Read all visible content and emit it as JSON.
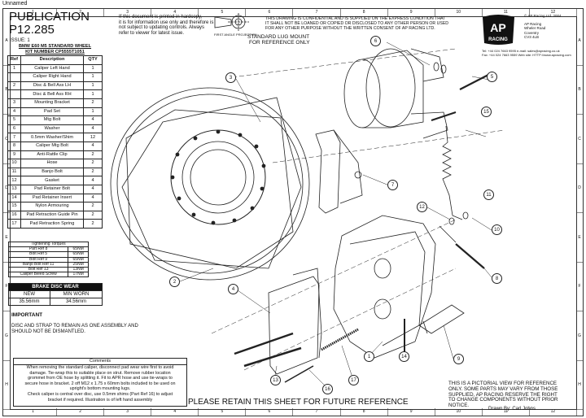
{
  "window_title": "Unnamed",
  "ruler": {
    "cols": [
      "1",
      "2",
      "3",
      "4",
      "5",
      "6",
      "7",
      "8",
      "9",
      "10",
      "11",
      "12"
    ],
    "rows": [
      "A",
      "B",
      "C",
      "D",
      "E",
      "F",
      "G",
      "H"
    ]
  },
  "publication": {
    "title": "PUBLICATION",
    "number": "P12.285",
    "issue": "ISSUE: 1"
  },
  "parts_table": {
    "kit_title_1": "BMW E60 M5 STANDARD WHEEL",
    "kit_title_2": "KIT NUMBER CP5555T1051",
    "headers": [
      "Ref",
      "Description",
      "QTY"
    ],
    "rows": [
      [
        "1",
        "Caliper Left Hand",
        "1"
      ],
      [
        "",
        "Caliper Right Hand",
        "1"
      ],
      [
        "2",
        "Disc & Bell Ass LH",
        "1"
      ],
      [
        "",
        "Disc & Bell Ass RH",
        "1"
      ],
      [
        "3",
        "Mounting Bracket",
        "2"
      ],
      [
        "4",
        "Pad Set",
        "1"
      ],
      [
        "5",
        "Mtg Bolt",
        "4"
      ],
      [
        "6",
        "Washer",
        "4"
      ],
      [
        "7",
        "0.5mm Washer/Shim",
        "12"
      ],
      [
        "8",
        "Caliper Mtg Bolt",
        "4"
      ],
      [
        "9",
        "Anti-Rattle Clip",
        "2"
      ],
      [
        "10",
        "Hose",
        "2"
      ],
      [
        "11",
        "Banjo Bolt",
        "2"
      ],
      [
        "12",
        "Gasket",
        "4"
      ],
      [
        "13",
        "Pad Retainer Bolt",
        "4"
      ],
      [
        "14",
        "Pad Retainer Insert",
        "4"
      ],
      [
        "15",
        "Nylon Armouring",
        "2"
      ],
      [
        "16",
        "Pad Retraction Guide Pin",
        "2"
      ],
      [
        "17",
        "Pad Retraction Spring",
        "2"
      ]
    ]
  },
  "torques": {
    "title": "Tightening Torques",
    "rows": [
      [
        "Part Ref 8",
        "65NM"
      ],
      [
        "Bolt Ref 5",
        "65NM"
      ],
      [
        "Bolt Ref 9",
        "65NM"
      ],
      [
        "Banjo Bolt Ref 11",
        "25NM"
      ],
      [
        "Bolt Ref 13",
        "13NM"
      ],
      [
        "Caliper Bleed Screw",
        "17NM"
      ]
    ]
  },
  "disc_wear": {
    "title": "BRAKE DISC WEAR",
    "new_label": "NEW",
    "min_label": "MIN WORN",
    "new_value": "35.56mm",
    "min_value": "34.56mm"
  },
  "important": {
    "heading": "IMPORTANT",
    "body": "DISC AND STRAP TO REMAIN AS ONE ASSEMBLY AND SHOULD NOT BE DISMANTLED."
  },
  "comments": {
    "heading": "Comments",
    "lines": [
      "When removing the standard caliper, disconnect pad wear wire first to avoid",
      "damage. Tie-wrap this to suitable place on strut. Remove rubber location",
      "grommet from OE hose by splitting it. Fit to APR hose and use tie-wraps to",
      "secure hose in bracket. 2 off M12 x 1.75 x 60mm bolts included to be used on",
      "upright's bottom mounting lugs.",
      "Check caliper is central over disc, use 0.5mm shims (Part Ref 16) to adjust",
      "bracket if required. Illustration is of left hand assembly"
    ]
  },
  "notice": [
    "If this document is printed in hardcopy,",
    "it is for information use only and therefore is",
    "not subject to updating controls. Always",
    "refer to viewer for latest issue."
  ],
  "projection_label": "FIRST ANGLE PROJECTION",
  "confidential": [
    "THIS DRAWING IS CONFIDENTIAL AND IS SUPPLIED ON THE EXPRESS CONDITION THAT",
    "IT SHALL NOT BE LOANED OR COPIED OR DISCLOSED TO ANY OTHER PERSON OR USED",
    "FOR ANY OTHER PURPOSE WITHOUT THE WRITTEN CONSENT OF AP RACING LTD."
  ],
  "company": {
    "logo_text": "AP RACING",
    "copyright": "© AP Racing Ltd. 2004",
    "address": [
      "AP Racing",
      "Wheler Road",
      "Coventry",
      "CV3 4LB"
    ],
    "contact": [
      "Tel: +44 024 7663 9595   e-mail: sales@apracing.co.uk",
      "Fax: +44 024 7663 9559   Web site: HTTP://www.apracing.com"
    ]
  },
  "lug_mount": [
    "STANDARD LUG MOUNT",
    "FOR REFERENCE ONLY"
  ],
  "retain": "PLEASE RETAIN THIS SHEET FOR FUTURE REFERENCE",
  "pictorial": [
    "THIS IS A PICTORIAL VIEW FOR REFERENCE",
    "ONLY. SOME PARTS MAY VARY FROM THOSE",
    "SUPPLIED, AP RACING RESERVE THE RIGHT",
    "TO CHANGE COMPONENTS WITHOUT PRIOR",
    "NOTICE."
  ],
  "drawn_by": "Drawn By: Carl Johns",
  "callouts": [
    "1",
    "2",
    "3",
    "4",
    "5",
    "6",
    "7",
    "8",
    "9",
    "10",
    "11",
    "12",
    "13",
    "14",
    "15",
    "16",
    "17"
  ]
}
